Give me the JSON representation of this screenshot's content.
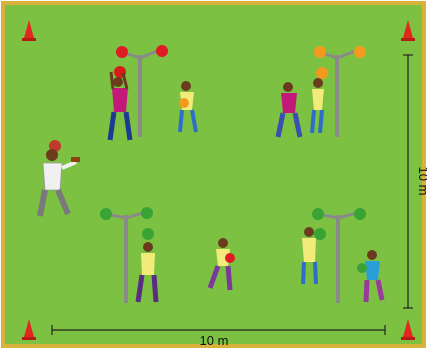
{
  "field": {
    "grass_color": "#7cc142",
    "border_color": "#d8b23a"
  },
  "dimensions": {
    "width_label": "10 m",
    "height_label": "10 m"
  },
  "stations": [
    {
      "name": "top-left",
      "ball_color": "#e01b24"
    },
    {
      "name": "top-right",
      "ball_color": "#f39a1e"
    },
    {
      "name": "bottom-left",
      "ball_color": "#3aa335"
    },
    {
      "name": "bottom-right",
      "ball_color": "#3aa335"
    }
  ],
  "cones": {
    "color": "#e2271c",
    "count": 4
  },
  "icons": [
    "corner-cone-icon",
    "ball-tree-icon",
    "player-icon",
    "coach-icon",
    "dimension-arrow-icon"
  ]
}
